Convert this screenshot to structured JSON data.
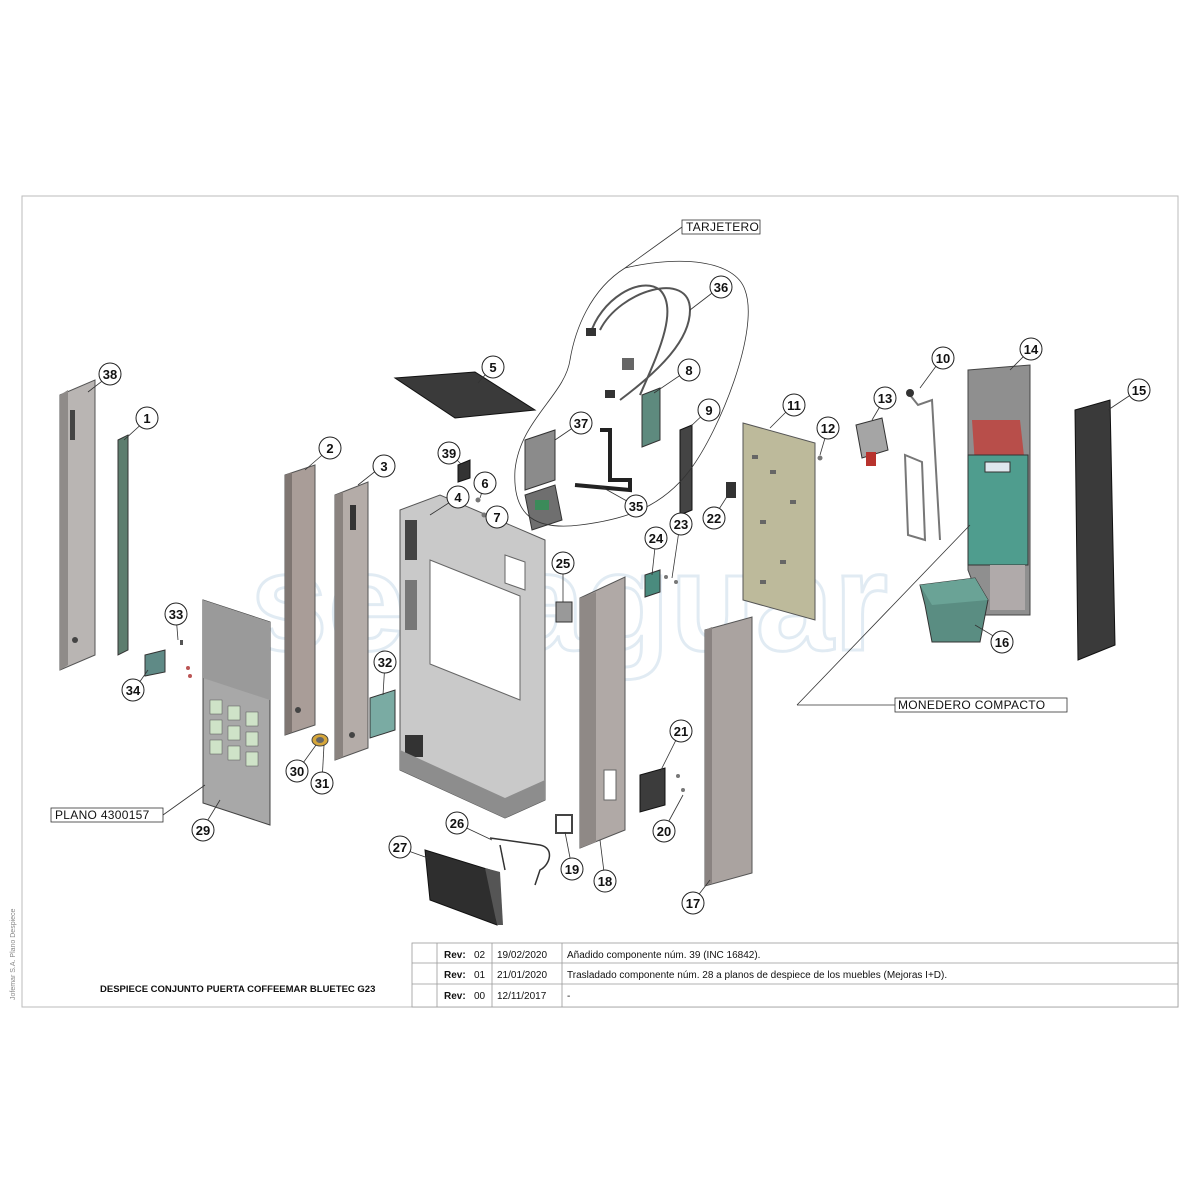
{
  "drawing": {
    "title": "DESPIECE CONJUNTO PUERTA COFFEEMAR BLUETEC G23",
    "watermark": "setraguar",
    "side_note": "Jofemar S.A. Plano Despiece"
  },
  "callouts": {
    "tarjetero": "TARJETERO",
    "monedero": "MONEDERO COMPACTO",
    "plano": "PLANO 4300157"
  },
  "balloons": [
    "1",
    "2",
    "3",
    "4",
    "5",
    "6",
    "7",
    "8",
    "9",
    "10",
    "11",
    "12",
    "13",
    "14",
    "15",
    "16",
    "17",
    "18",
    "19",
    "20",
    "21",
    "22",
    "23",
    "24",
    "25",
    "26",
    "27",
    "29",
    "30",
    "31",
    "32",
    "33",
    "34",
    "35",
    "36",
    "37",
    "38",
    "39"
  ],
  "revisions": [
    {
      "label": "Rev:",
      "num": "02",
      "date": "19/02/2020",
      "desc": "Añadido componente núm. 39 (INC 16842)."
    },
    {
      "label": "Rev:",
      "num": "01",
      "date": "21/01/2020",
      "desc": "Trasladado componente núm. 28 a planos de despiece de los muebles (Mejoras I+D)."
    },
    {
      "label": "Rev:",
      "num": "00",
      "date": "12/11/2017",
      "desc": "-"
    }
  ]
}
